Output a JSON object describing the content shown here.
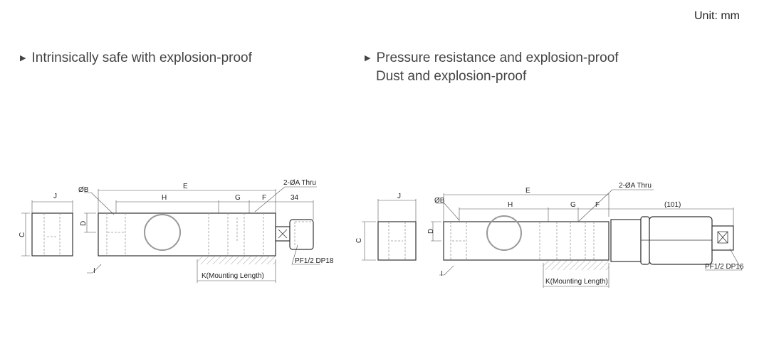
{
  "unit_label": "Unit: mm",
  "left": {
    "heading": "Intrinsically safe with explosion-proof",
    "labels": {
      "J": "J",
      "E": "E",
      "H": "H",
      "G": "G",
      "F": "F",
      "ext": "34",
      "thru": "2-ØA Thru",
      "B": "ØB",
      "D": "D",
      "C": "C",
      "I": "I",
      "port": "PF1/2 DP18",
      "K": "K(Mounting Length)"
    }
  },
  "right": {
    "heading": "Pressure resistance and explosion-proof",
    "heading2": "Dust and explosion-proof",
    "labels": {
      "J": "J",
      "E": "E",
      "H": "H",
      "G": "G",
      "F": "F",
      "ext": "(101)",
      "thru": "2-ØA Thru",
      "B": "ØB",
      "D": "D",
      "C": "C",
      "I": "I",
      "port": "PF1/2 DP16",
      "K": "K(Mounting Length)"
    }
  }
}
